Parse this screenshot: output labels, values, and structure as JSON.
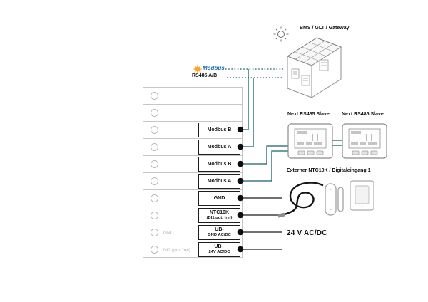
{
  "diagram": {
    "bms_label": "BMS / GLT / Gateway",
    "modbus_logo_text": "Modbus",
    "rs485_label": "RS485 A/B",
    "slave1_label": "Next RS485 Slave",
    "slave2_label": "Next RS485 Slave",
    "sensor_section_label": "Externer NTC10K / Digitaleingang 1",
    "supply_label": "24 V AC/DC"
  },
  "terminal_block": {
    "rows": [
      {
        "left_label": "",
        "box_line1": "",
        "box_line2": ""
      },
      {
        "left_label": "",
        "box_line1": "",
        "box_line2": ""
      },
      {
        "left_label": "",
        "box_line1": "Modbus B",
        "box_line2": ""
      },
      {
        "left_label": "",
        "box_line1": "Modbus A",
        "box_line2": ""
      },
      {
        "left_label": "",
        "box_line1": "Modbus B",
        "box_line2": ""
      },
      {
        "left_label": "",
        "box_line1": "Modbus A",
        "box_line2": ""
      },
      {
        "left_label": "",
        "box_line1": "GND",
        "box_line2": ""
      },
      {
        "left_label": "",
        "box_line1": "NTC10K",
        "box_line2": "(DI1 pot. frei)"
      },
      {
        "left_label": "GND",
        "box_line1": "UB-",
        "box_line2": "GND AC/DC"
      },
      {
        "left_label": "DI2 (pot. frei)",
        "box_line1": "UB+",
        "box_line2": "24V AC/DC"
      }
    ]
  },
  "colors": {
    "wire_modbus": "#17606F",
    "wire_power": "#1a1a1a",
    "modbus_logo_blue": "#1b6ba8",
    "modbus_logo_yellow": "#f9a825",
    "grid_line": "#c6c6c6"
  }
}
